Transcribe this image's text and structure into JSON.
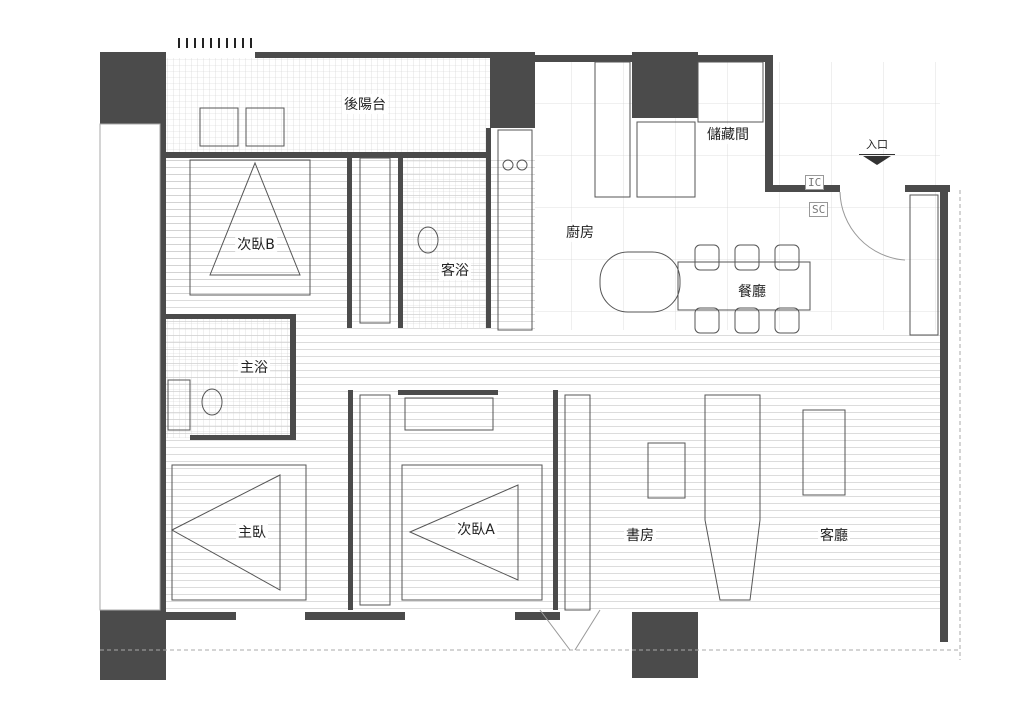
{
  "plan": {
    "rooms": {
      "rear_balcony": "後陽台",
      "storage": "儲藏間",
      "kitchen": "廚房",
      "dining": "餐廳",
      "bedroom_b": "次臥B",
      "guest_bath": "客浴",
      "master_bath": "主浴",
      "master_bedroom": "主臥",
      "bedroom_a": "次臥A",
      "study": "書房",
      "living_room": "客廳"
    },
    "entrance": "入口",
    "tags": {
      "ic": "IC",
      "sc": "SC"
    },
    "colors": {
      "wall": "#4b4b4b",
      "line": "#9a9a9a",
      "floor": "#d0d0d0"
    }
  }
}
